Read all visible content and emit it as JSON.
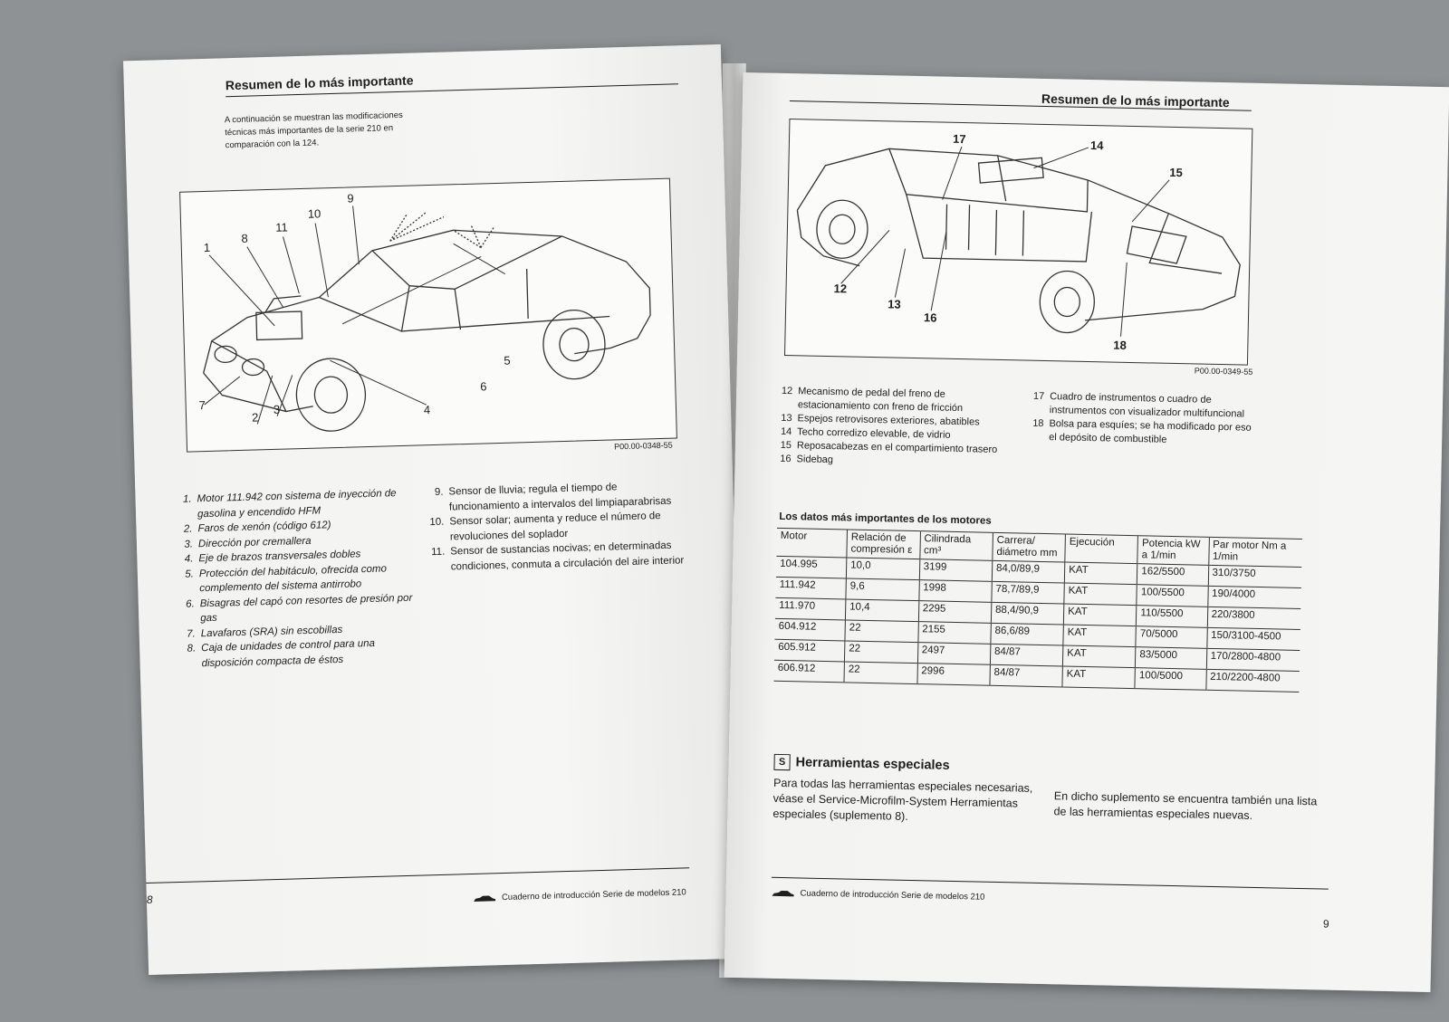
{
  "left": {
    "header_title": "Resumen de lo más importante",
    "intro": "A continuación se muestran las modificaciones técnicas más importantes de la serie 210 en comparación con la 124.",
    "figure_ref": "P00.00-0348-55",
    "callouts": [
      "1",
      "2",
      "3",
      "4",
      "5",
      "6",
      "7",
      "8",
      "9",
      "10",
      "11"
    ],
    "items_col1": [
      {
        "n": "1.",
        "t": "Motor 111.942 con sistema de inyección de gasolina y encendido HFM"
      },
      {
        "n": "2.",
        "t": "Faros de xenón (código 612)"
      },
      {
        "n": "3.",
        "t": "Dirección por cremallera"
      },
      {
        "n": "4.",
        "t": "Eje de brazos transversales dobles"
      },
      {
        "n": "5.",
        "t": "Protección del habitáculo, ofrecida como complemento del sistema antirrobo"
      },
      {
        "n": "6.",
        "t": "Bisagras del capó con resortes de presión por gas"
      },
      {
        "n": "7.",
        "t": "Lavafaros (SRA) sin escobillas"
      },
      {
        "n": "8.",
        "t": "Caja de unidades de control para una disposición compacta de éstos"
      }
    ],
    "items_col2": [
      {
        "n": "9.",
        "t": "Sensor de lluvia; regula el tiempo de funcionamiento a intervalos del limpiaparabrisas"
      },
      {
        "n": "10.",
        "t": "Sensor solar; aumenta y reduce el número de revoluciones del soplador"
      },
      {
        "n": "11.",
        "t": "Sensor de sustancias nocivas; en determinadas condiciones, conmuta a circulación del aire interior"
      }
    ],
    "page_number": "8",
    "footer": "Cuaderno de introducción Serie de modelos 210"
  },
  "right": {
    "header_title": "Resumen de lo más importante",
    "figure_ref": "P00.00-0349-55",
    "callouts": [
      "12",
      "13",
      "14",
      "15",
      "16",
      "17",
      "18"
    ],
    "items_col1": [
      {
        "n": "12",
        "t": "Mecanismo de pedal del freno de estacionamiento con freno de fricción"
      },
      {
        "n": "13",
        "t": "Espejos retrovisores exteriores, abatibles"
      },
      {
        "n": "14",
        "t": "Techo corredizo elevable, de vidrio"
      },
      {
        "n": "15",
        "t": "Reposacabezas en el compartimiento trasero"
      },
      {
        "n": "16",
        "t": "Sidebag"
      }
    ],
    "items_col2": [
      {
        "n": "17",
        "t": "Cuadro de instrumentos o cuadro de instrumentos con visualizador multifuncional"
      },
      {
        "n": "18",
        "t": "Bolsa para esquíes; se ha modificado por eso el depósito de combustible"
      }
    ],
    "table_title": "Los datos más importantes de los motores",
    "table_headers": [
      "Motor",
      "Relación de compresión ε",
      "Cilindrada cm³",
      "Carrera/ diámetro mm",
      "Ejecución",
      "Potencia kW a 1/min",
      "Par motor Nm a 1/min"
    ],
    "table_rows": [
      [
        "104.995",
        "10,0",
        "3199",
        "84,0/89,9",
        "KAT",
        "162/5500",
        "310/3750"
      ],
      [
        "111.942",
        "9,6",
        "1998",
        "78,7/89,9",
        "KAT",
        "100/5500",
        "190/4000"
      ],
      [
        "111.970",
        "10,4",
        "2295",
        "88,4/90,9",
        "KAT",
        "110/5500",
        "220/3800"
      ],
      [
        "604.912",
        "22",
        "2155",
        "86,6/89",
        "KAT",
        "70/5000",
        "150/3100-4500"
      ],
      [
        "605.912",
        "22",
        "2497",
        "84/87",
        "KAT",
        "83/5000",
        "170/2800-4800"
      ],
      [
        "606.912",
        "22",
        "2996",
        "84/87",
        "KAT",
        "100/5000",
        "210/2200-4800"
      ]
    ],
    "section_icon": "S",
    "section_title": "Herramientas especiales",
    "para1": "Para todas las herramientas especiales necesarias, véase el Service-Microfilm-System Herramientas especiales (suplemento 8).",
    "para2": "En dicho suplemento se encuentra también una lista de las herramientas especiales nuevas.",
    "page_number": "9",
    "footer": "Cuaderno de introducción Serie de modelos 210"
  }
}
